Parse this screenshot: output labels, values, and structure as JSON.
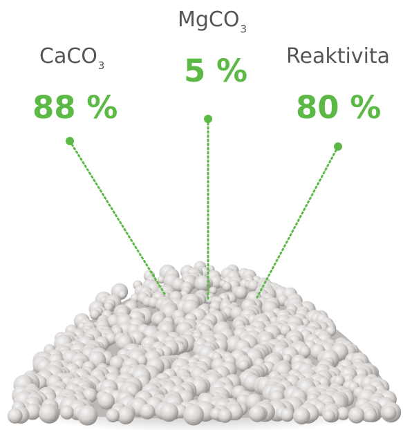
{
  "stats": [
    {
      "label_main": "CaCO",
      "label_sub": "3",
      "value": "88 %"
    },
    {
      "label_main": "MgCO",
      "label_sub": "3",
      "value": "5 %"
    },
    {
      "label_main": "Reaktivita",
      "label_sub": "",
      "value": "80 %"
    }
  ],
  "colors": {
    "accent": "#5cb946",
    "label": "#555555",
    "granule": "#d7d4d2",
    "granule_shadow": "#8c8886"
  },
  "icons": {
    "product_image": "granule-pile-image"
  }
}
